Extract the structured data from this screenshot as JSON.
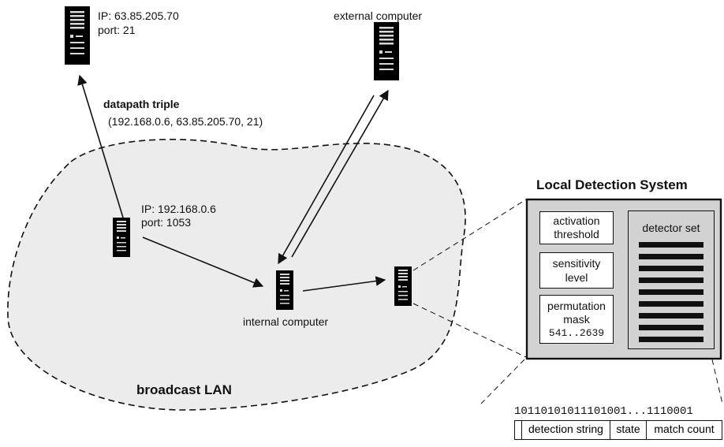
{
  "server_top": {
    "ip": "IP: 63.85.205.70",
    "port": "port: 21"
  },
  "external": {
    "label": "external computer"
  },
  "triple": {
    "title": "datapath triple",
    "value": "(192.168.0.6, 63.85.205.70, 21)"
  },
  "client": {
    "ip": "IP: 192.168.0.6",
    "port": "port: 1053"
  },
  "internal": {
    "label": "internal computer"
  },
  "lan": {
    "label": "broadcast LAN"
  },
  "lds": {
    "title": "Local Detection System",
    "activation": [
      "activation",
      "threshold"
    ],
    "sensitivity": [
      "sensitivity",
      "level"
    ],
    "permutation": [
      "permutation",
      "mask"
    ],
    "mask_value": "541..2639",
    "detector_set": "detector set"
  },
  "detector": {
    "bits": "10110101011101001...1110001",
    "fields": [
      "detection string",
      "state",
      "match count"
    ]
  },
  "colors": {
    "lan_fill": "#ececec",
    "panel_fill": "#d2d2d2",
    "ink": "#111111"
  }
}
